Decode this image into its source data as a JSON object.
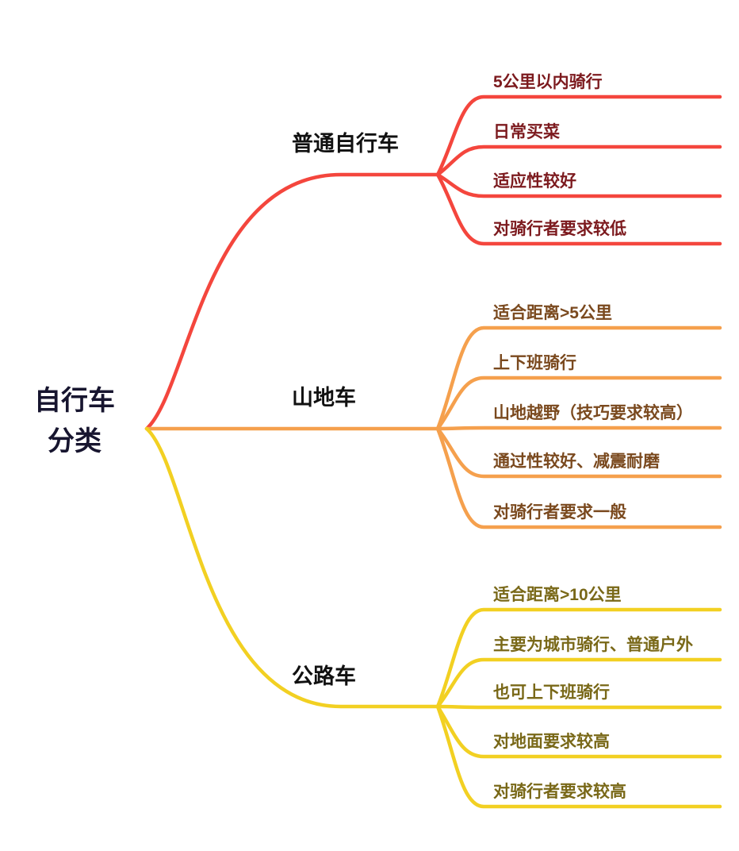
{
  "root": {
    "label": "自行车\n分类",
    "text_color": "#17152f"
  },
  "branch_label_color": "#111111",
  "background_color": "#ffffff",
  "branches": [
    {
      "label": "普通自行车",
      "line_color": "#f4463d",
      "leaf_text_color": "#7c1a1e",
      "leaves": [
        "5公里以内骑行",
        "日常买菜",
        "适应性较好",
        "对骑行者要求较低"
      ]
    },
    {
      "label": "山地车",
      "line_color": "#f5a04d",
      "leaf_text_color": "#7a491e",
      "leaves": [
        "适合距离>5公里",
        "上下班骑行",
        "山地越野（技巧要求较高）",
        "通过性较好、减震耐磨",
        "对骑行者要求一般"
      ]
    },
    {
      "label": "公路车",
      "line_color": "#f2d022",
      "leaf_text_color": "#796818",
      "leaves": [
        "适合距离>10公里",
        "主要为城市骑行、普通户外",
        "也可上下班骑行",
        "对地面要求较高",
        "对骑行者要求较高"
      ]
    }
  ]
}
